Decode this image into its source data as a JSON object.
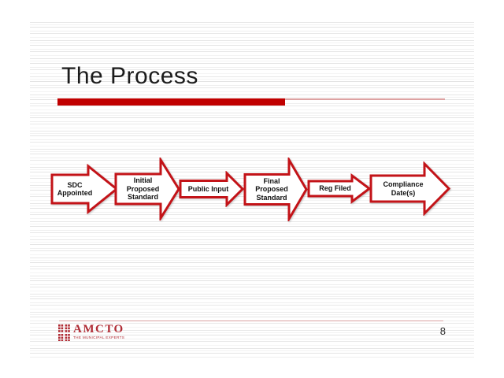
{
  "slide": {
    "title": "The Process",
    "page_number": "8"
  },
  "process_flow": {
    "steps": [
      {
        "label": "SDC\nAppointed"
      },
      {
        "label": "Initial\nProposed\nStandard"
      },
      {
        "label": "Public Input"
      },
      {
        "label": "Final\nProposed\nStandard"
      },
      {
        "label": "Reg Filed"
      },
      {
        "label": "Compliance\nDate(s)"
      }
    ]
  },
  "footer": {
    "logo_text": "AMCTO",
    "logo_tagline": "THE MUNICIPAL EXPERTS"
  },
  "colors": {
    "accent_red": "#c00000",
    "arrow_border_red": "#c31318",
    "logo_red": "#b02c35",
    "thin_line_pink": "#dda2a2"
  }
}
